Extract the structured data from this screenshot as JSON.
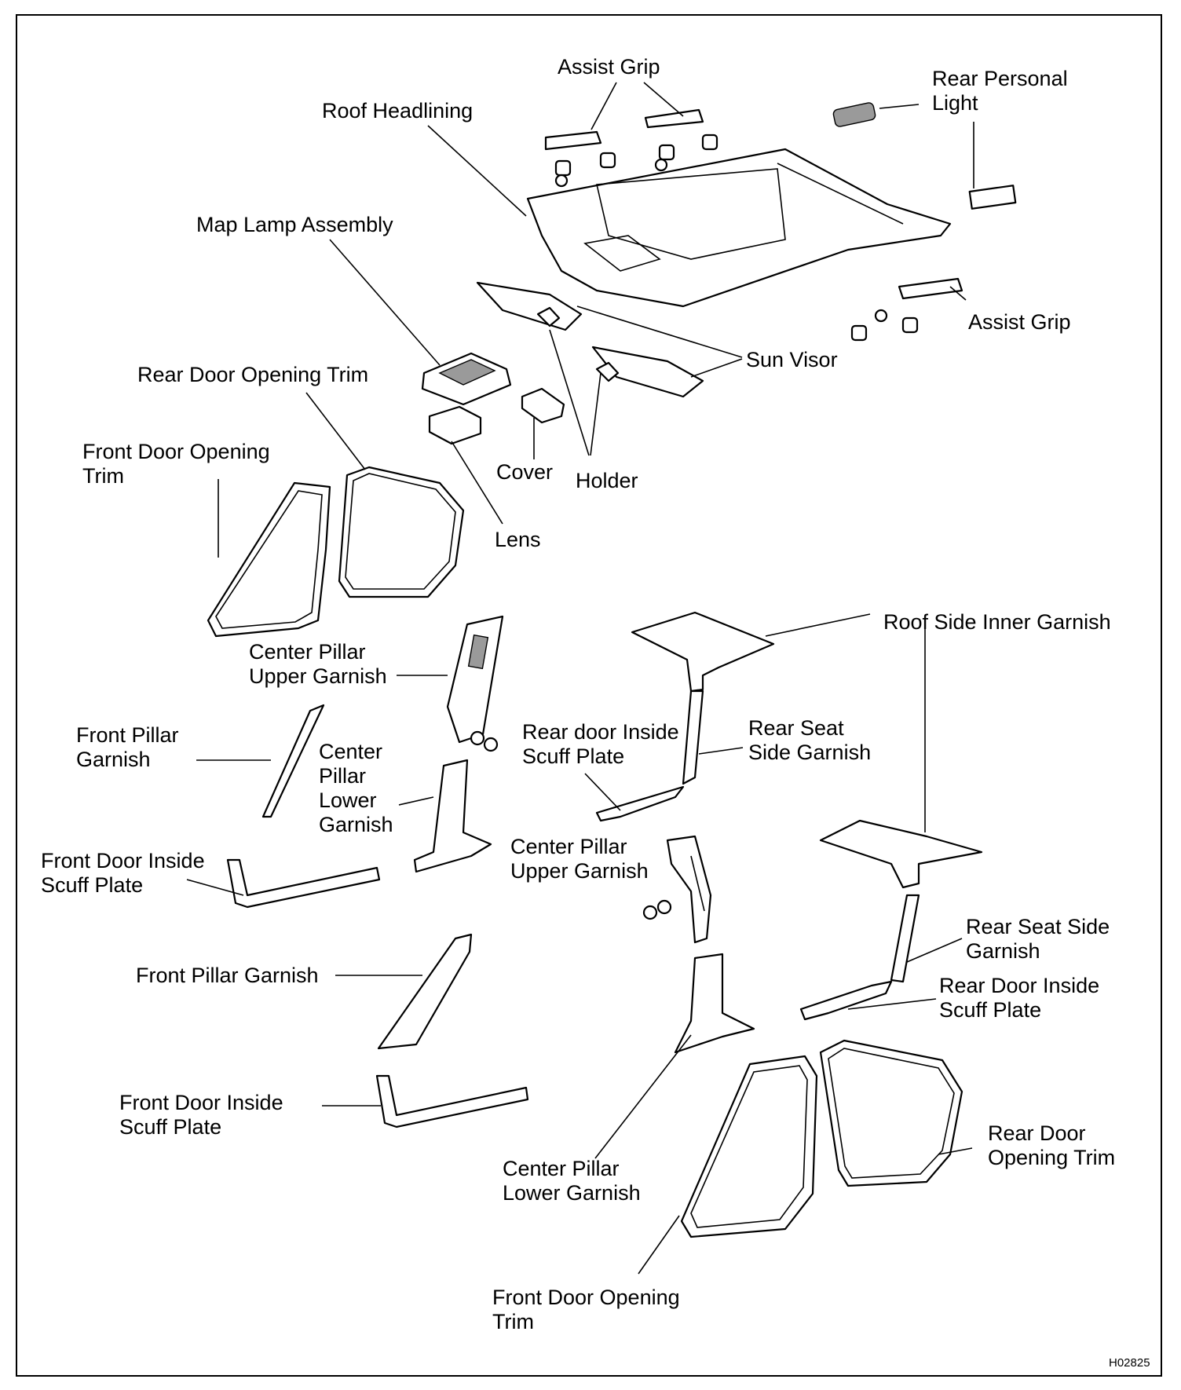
{
  "drawing_code": "H02825",
  "labels": {
    "assist_grip_top": "Assist Grip",
    "rear_personal_light": "Rear Personal\nLight",
    "roof_headlining": "Roof Headlining",
    "map_lamp_assembly": "Map Lamp Assembly",
    "assist_grip_right": "Assist Grip",
    "sun_visor": "Sun Visor",
    "rear_door_opening_trim_top": "Rear Door Opening Trim",
    "front_door_opening_trim_top": "Front Door Opening\nTrim",
    "cover": "Cover",
    "holder": "Holder",
    "lens": "Lens",
    "roof_side_inner_garnish": "Roof Side Inner Garnish",
    "center_pillar_upper_garnish_left": "Center Pillar\nUpper Garnish",
    "front_pillar_garnish_left": "Front Pillar\nGarnish",
    "center_pillar_lower_garnish_left": "Center\nPillar\nLower\nGarnish",
    "rear_door_inside_scuff_plate_mid": "Rear door Inside\nScuff Plate",
    "rear_seat_side_garnish_mid": "Rear Seat\nSide Garnish",
    "front_door_inside_scuff_plate_left": "Front Door Inside\nScuff Plate",
    "center_pillar_upper_garnish_mid": "Center Pillar\nUpper Garnish",
    "rear_seat_side_garnish_right": "Rear Seat Side\nGarnish",
    "front_pillar_garnish_lower": "Front Pillar Garnish",
    "rear_door_inside_scuff_plate_right": "Rear Door Inside\nScuff Plate",
    "front_door_inside_scuff_plate_lower": "Front Door Inside\nScuff Plate",
    "rear_door_opening_trim_bottom": "Rear Door\nOpening Trim",
    "center_pillar_lower_garnish_bottom": "Center Pillar\nLower Garnish",
    "front_door_opening_trim_bottom": "Front Door Opening\nTrim"
  }
}
